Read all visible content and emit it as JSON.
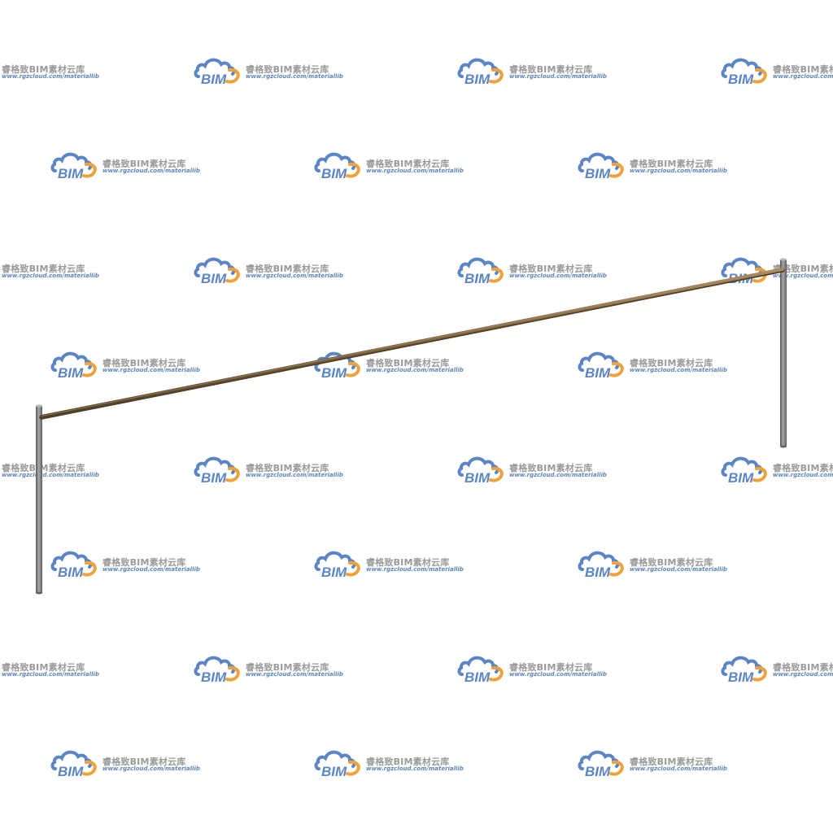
{
  "watermark": {
    "title": "睿格致BIM素材云库",
    "url": "www.rgzcloud.com/materiallib",
    "logo_text": "BIM",
    "logo_icon": "cloud-icon",
    "colors": {
      "cloud_blue": "#5b85c4",
      "cloud_orange": "#f0a23a",
      "title_gray": "#9a9a9a",
      "url_blue": "#5f86bd"
    }
  },
  "model": {
    "description_icons": [
      "post-icon",
      "rail-icon"
    ],
    "colors": {
      "post": "#7d7d7d",
      "post_dark": "#555555",
      "post_light": "#a9a9a9",
      "rail": "#7a6242",
      "rail_light": "#a88a5e",
      "rail_dark": "#4f3e28"
    }
  }
}
